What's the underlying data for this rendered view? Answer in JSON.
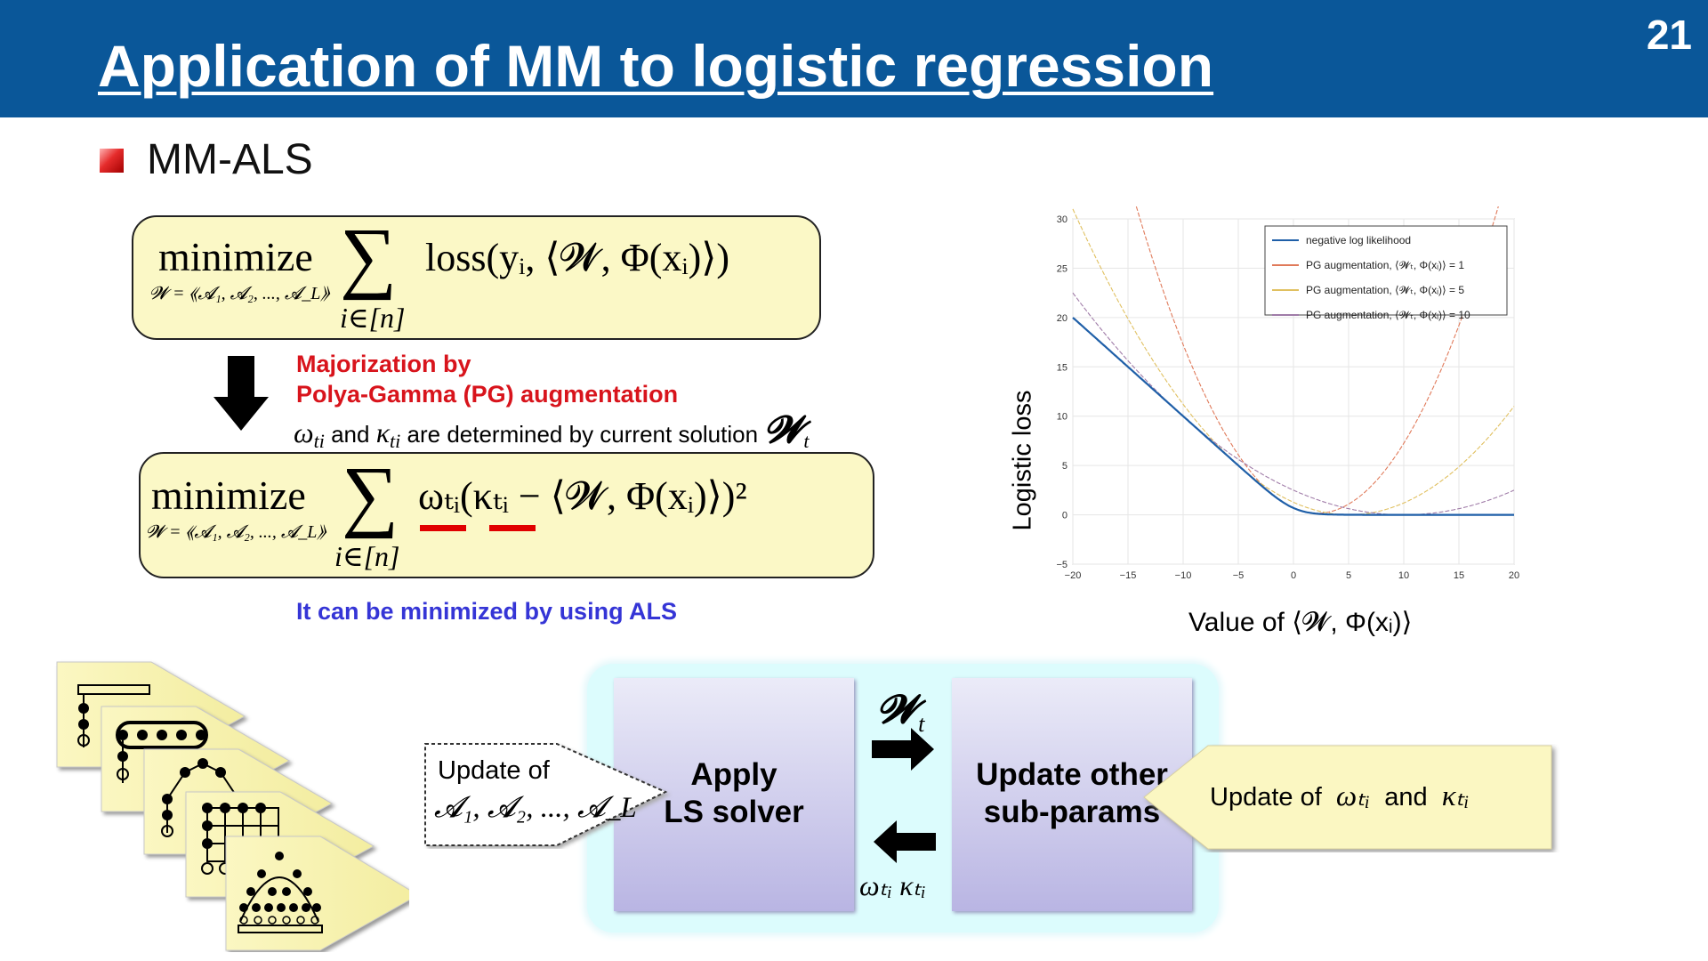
{
  "header": {
    "title": "Application of MM to logistic regression",
    "page_number": "21",
    "color": "#0a5799"
  },
  "bullet": {
    "text": "MM-ALS"
  },
  "objective_top": {
    "op": "minimize",
    "constraint": "𝓦 = ⟪𝓐₁, 𝓐₂, ..., 𝓐_L⟫",
    "sum_index": "i∈[n]",
    "loss": "loss(yᵢ, ⟨𝓦, Φ(xᵢ)⟩)"
  },
  "majorization": {
    "line1": "Majorization by",
    "line2": "Polya-Gamma (PG) augmentation",
    "det_omega": "ω",
    "det_omega_sub": "ti",
    "det_and": "and",
    "det_kappa": "κ",
    "det_kappa_sub": "ti",
    "det_rest": "are determined by current solution",
    "det_w": "𝓦",
    "det_w_sub": "t"
  },
  "objective_bottom": {
    "op": "minimize",
    "constraint": "𝓦 = ⟪𝓐₁, 𝓐₂, ..., 𝓐_L⟫",
    "sum_index": "i∈[n]",
    "term": "ωₜᵢ(κₜᵢ − ⟨𝓦, Φ(xᵢ)⟩)²"
  },
  "als_note": "It can be minimized by using ALS",
  "chart_data": {
    "type": "line",
    "ylabel": "Logistic loss",
    "xlabel": "Value of ⟨𝓦, Φ(xᵢ)⟩",
    "xlim": [
      -20,
      20
    ],
    "ylim": [
      -5,
      30
    ],
    "xticks": [
      -20,
      -15,
      -10,
      -5,
      0,
      5,
      10,
      15,
      20
    ],
    "yticks": [
      -5,
      0,
      5,
      10,
      15,
      20,
      25,
      30
    ],
    "grid": true,
    "legend_position": "top-right",
    "series": [
      {
        "name": "negative log likelihood",
        "color": "#1f5fa8",
        "kind": "nll"
      },
      {
        "name": "PG augmentation, ⟨𝓦ₜ, Φ(xᵢ)⟩ = 1",
        "color": "#e07a5a",
        "kind": "pg",
        "c": 1
      },
      {
        "name": "PG augmentation, ⟨𝓦ₜ, Φ(xᵢ)⟩ = 5",
        "color": "#e0c060",
        "kind": "pg",
        "c": 5
      },
      {
        "name": "PG augmentation, ⟨𝓦ₜ, Φ(xᵢ)⟩ = 10",
        "color": "#a07ca8",
        "kind": "pg",
        "c": 10
      }
    ]
  },
  "solver": {
    "left_callout_line1": "Update of",
    "left_callout_line2": "𝓐₁, 𝓐₂, ..., 𝓐_L",
    "apply_line1": "Apply",
    "apply_line2": "LS solver",
    "update_line1": "Update other",
    "update_line2": "sub-params",
    "w_label": "𝓦",
    "w_sub": "t",
    "omega_label": "ωₜᵢ",
    "kappa_label": "κₜᵢ",
    "right_callout_prefix": "Update of",
    "right_callout_omega": "ωₜᵢ",
    "right_callout_and": "and",
    "right_callout_kappa": "κₜᵢ"
  }
}
